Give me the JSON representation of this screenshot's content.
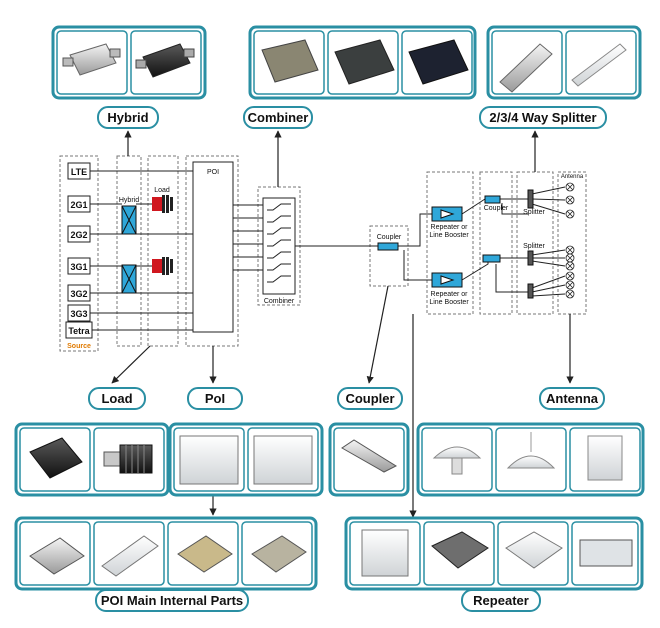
{
  "headings": {
    "hybrid": "Hybrid",
    "combiner": "Combiner",
    "splitter": "2/3/4 Way Splitter",
    "load": "Load",
    "poi": "PoI",
    "coupler": "Coupler",
    "antenna": "Antenna",
    "poi_parts": "POI Main Internal Parts",
    "repeater": "Repeater"
  },
  "sources": {
    "items": [
      "LTE",
      "2G1",
      "2G2",
      "3G1",
      "3G2",
      "3G3",
      "Tetra"
    ],
    "label": "Source"
  },
  "diagram_labels": {
    "hybrid": "Hybrid",
    "load": "Load",
    "poi": "POI",
    "combiner": "Combiner",
    "coupler_main": "Coupler",
    "repeater_top_1": "Repeater or",
    "repeater_top_2": "Line Booster",
    "repeater_bot_1": "Repeater or",
    "repeater_bot_2": "Line Booster",
    "coupler_right": "Coupler",
    "splitter_top": "Splitter",
    "splitter_bot": "Splitter",
    "antenna": "Antenna"
  },
  "colors": {
    "frame": "#2a8fa3",
    "line": "#222222",
    "component_blue": "#2fa7d9",
    "load_red": "#d0171f",
    "source_orange": "#e07a00"
  }
}
